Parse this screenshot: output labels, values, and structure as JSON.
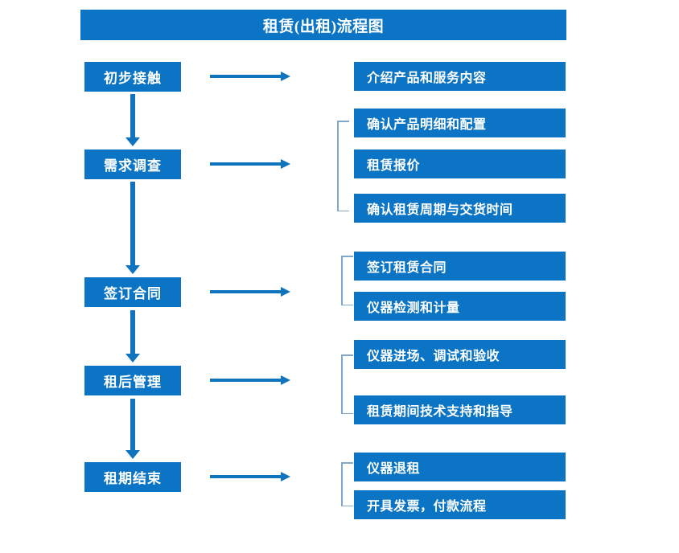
{
  "diagram": {
    "title": "租赁(出租)流程图",
    "accent_color": "#0B74C4",
    "arrow_color": "#0F74BD",
    "bracket_color": "#7FA8CD",
    "text_color": "#FFFFFF",
    "background_color": "#FFFFFF"
  },
  "stages": [
    {
      "label": "初步接触"
    },
    {
      "label": "需求调查"
    },
    {
      "label": "签订合同"
    },
    {
      "label": "租后管理"
    },
    {
      "label": "租期结束"
    }
  ],
  "groups": [
    {
      "stage": "初步接触",
      "has_bracket": false,
      "details": [
        {
          "label": "介绍产品和服务内容"
        }
      ]
    },
    {
      "stage": "需求调查",
      "has_bracket": true,
      "details": [
        {
          "label": "确认产品明细和配置"
        },
        {
          "label": "租赁报价"
        },
        {
          "label": "确认租赁周期与交货时间"
        }
      ]
    },
    {
      "stage": "签订合同",
      "has_bracket": true,
      "details": [
        {
          "label": "签订租赁合同"
        },
        {
          "label": "仪器检测和计量"
        }
      ]
    },
    {
      "stage": "租后管理",
      "has_bracket": true,
      "details": [
        {
          "label": "仪器进场、调试和验收"
        },
        {
          "label": "租赁期间技术支持和指导"
        }
      ]
    },
    {
      "stage": "租期结束",
      "has_bracket": true,
      "details": [
        {
          "label": "仪器退租"
        },
        {
          "label": "开具发票，付款流程"
        }
      ]
    }
  ],
  "connectors": {
    "vertical_arrows": [
      {
        "from": "初步接触",
        "to": "需求调查"
      },
      {
        "from": "需求调查",
        "to": "签订合同"
      },
      {
        "from": "签订合同",
        "to": "租后管理"
      },
      {
        "from": "租后管理",
        "to": "租期结束"
      }
    ],
    "horizontal_arrows": [
      {
        "from": "初步接触",
        "to": "介绍产品和服务内容"
      },
      {
        "from": "需求调查",
        "to": "需求调查明细组"
      },
      {
        "from": "签订合同",
        "to": "签订合同明细组"
      },
      {
        "from": "租后管理",
        "to": "租后管理明细组"
      },
      {
        "from": "租期结束",
        "to": "租期结束明细组"
      }
    ]
  }
}
